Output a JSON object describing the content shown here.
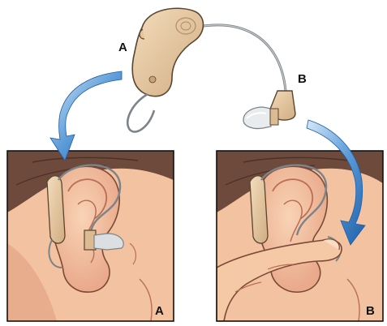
{
  "labels": {
    "top_device_a": "A",
    "top_device_b": "B",
    "panel_left": "A",
    "panel_right": "B"
  },
  "colors": {
    "hair": "#6e4a3c",
    "skin": "#f6c9a8",
    "skin_shadow": "#e29a7a",
    "device": "#e8cba3",
    "device_shadow": "#c9a37a",
    "tube": "#8f9599",
    "arrow": "#2f78c4"
  }
}
